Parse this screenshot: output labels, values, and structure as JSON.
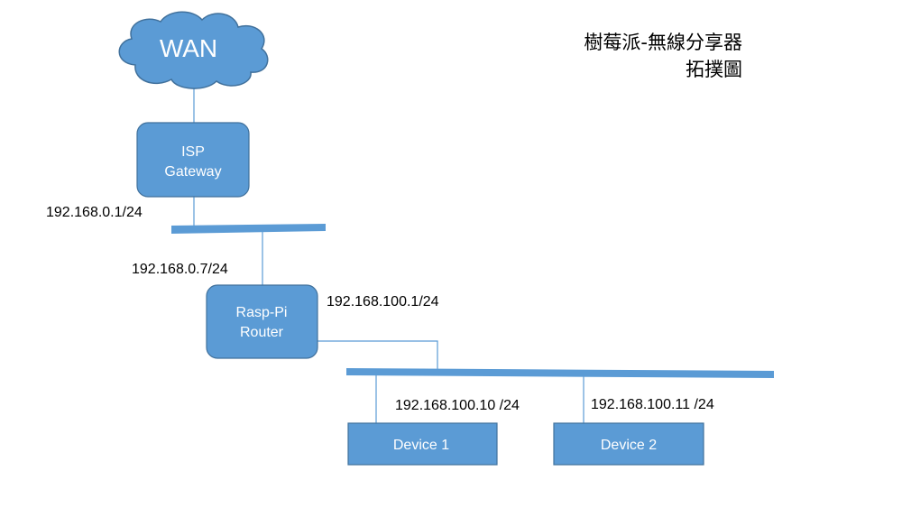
{
  "title": {
    "line1": "樹莓派-無線分享器",
    "line2": "拓撲圖"
  },
  "nodes": {
    "wan": "WAN",
    "isp_gateway": {
      "line1": "ISP",
      "line2": "Gateway"
    },
    "router": {
      "line1": "Rasp-Pi",
      "line2": "Router"
    },
    "device1": "Device 1",
    "device2": "Device 2"
  },
  "ip_labels": {
    "isp_gateway": "192.168.0.1/24",
    "router_wan": "192.168.0.7/24",
    "router_lan": "192.168.100.1/24",
    "device1": "192.168.100.10 /24",
    "device2": "192.168.100.11 /24"
  },
  "colors": {
    "node_fill": "#5b9bd5",
    "node_stroke": "#41719c",
    "link": "#5b9bd5",
    "bus": "#5b9bd5",
    "text_light": "#ffffff",
    "text_dark": "#000000"
  }
}
